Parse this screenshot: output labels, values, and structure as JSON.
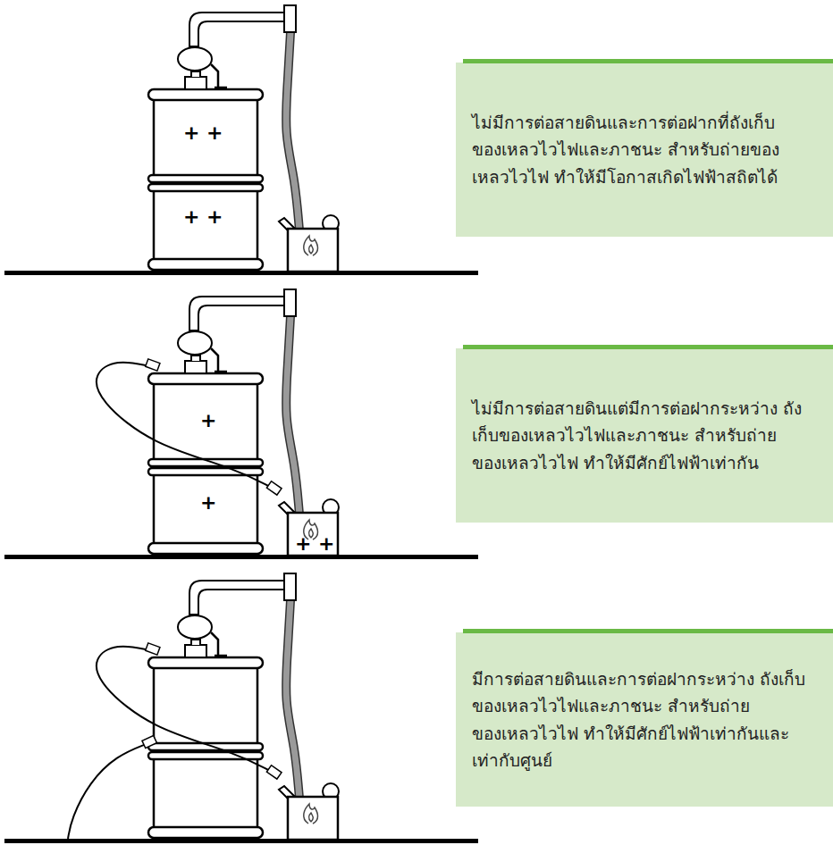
{
  "diagram": {
    "nodes": [
      {
        "text": [
          "ไม่มีการต่อสายดินและการต่อฝากที่ถังเก็บ ของเหลวไวไฟและภาชนะ สำหรับถ่ายของ เหลวไวไฟ ทำให้มีโอกาสเกิดไฟฟ้าสถิตได้"
        ]
      },
      {
        "text": [
          "ไม่มีการต่อสายดินแต่มีการต่อฝากระหว่าง ถังเก็บของเหลวไวไฟและภาชนะ สำหรับถ่าย ของเหลวไวไฟ ทำให้มีศักย์ไฟฟ้าเท่ากัน"
        ]
      },
      {
        "text": [
          "มีการต่อสายดินและการต่อฝากระหว่าง ถังเก็บของเหลวไวไฟและภาชนะ สำหรับถ่าย ของเหลวไวไฟ ทำให้มีศักย์ไฟฟ้าเท่ากันและ เท่ากับศูนย์"
        ]
      }
    ],
    "labels": [
      "+ +",
      "+ +",
      "+",
      "+",
      "+ +"
    ]
  }
}
